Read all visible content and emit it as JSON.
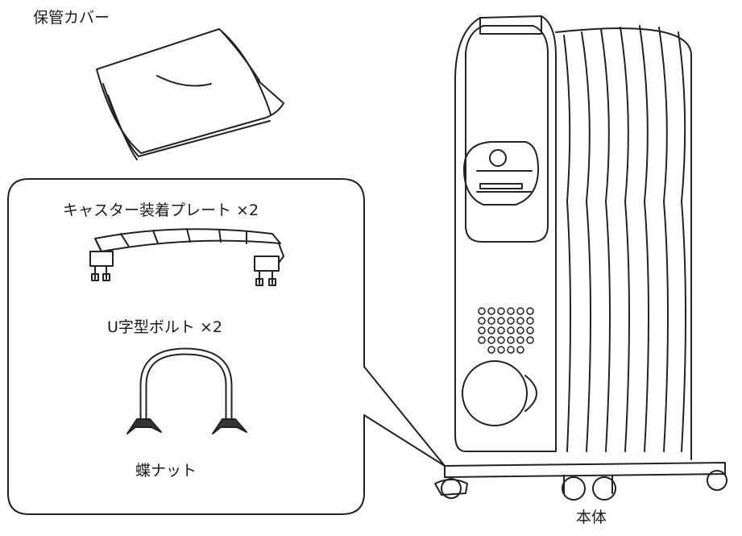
{
  "labels": {
    "cover": "保管カバー",
    "plate": "キャスター装着プレート ×2",
    "bolt": "U字型ボルト ×2",
    "nut": "蝶ナット",
    "body": "本体"
  }
}
